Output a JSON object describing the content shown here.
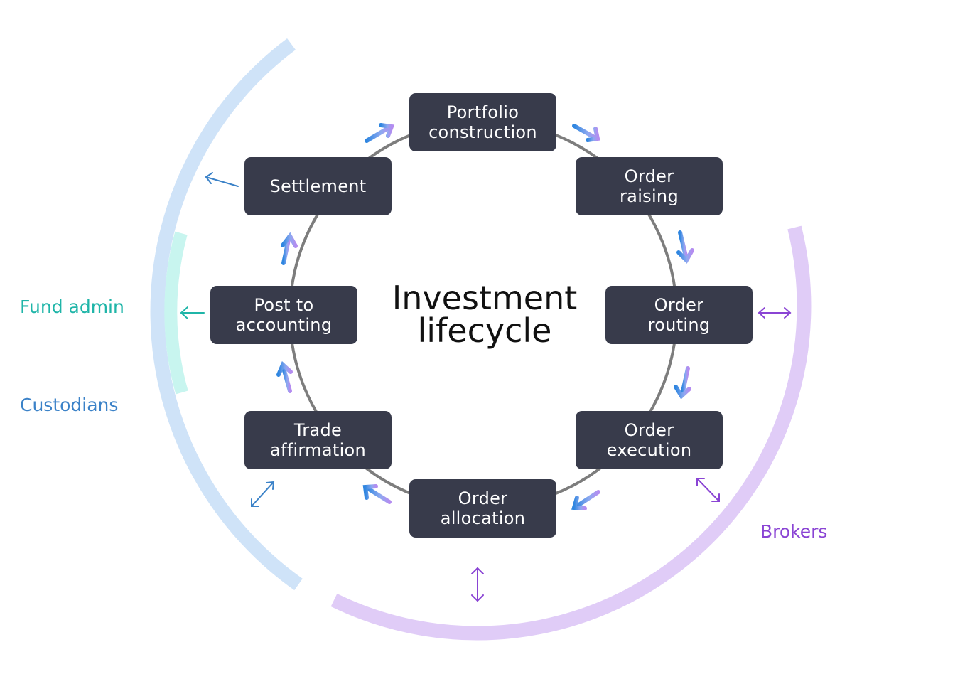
{
  "title": {
    "line1": "Investment",
    "line2": "lifecycle"
  },
  "nodes": [
    {
      "id": "portfolio-construction",
      "line1": "Portfolio",
      "line2": "construction"
    },
    {
      "id": "order-raising",
      "line1": "Order",
      "line2": "raising"
    },
    {
      "id": "order-routing",
      "line1": "Order",
      "line2": "routing"
    },
    {
      "id": "order-execution",
      "line1": "Order",
      "line2": "execution"
    },
    {
      "id": "order-allocation",
      "line1": "Order",
      "line2": "allocation"
    },
    {
      "id": "trade-affirmation",
      "line1": "Trade",
      "line2": "affirmation"
    },
    {
      "id": "post-to-accounting",
      "line1": "Post to",
      "line2": "accounting"
    },
    {
      "id": "settlement",
      "line1": "Settlement",
      "line2": ""
    }
  ],
  "parties": {
    "fund_admin": "Fund admin",
    "custodians": "Custodians",
    "brokers": "Brokers"
  },
  "colors": {
    "node_bg": "#383b4b",
    "cycle_line": "#7d7d7d",
    "fund_admin": "#1fb5a8",
    "custodians": "#3b82c8",
    "brokers": "#8a44d4",
    "custodian_arc": "#cfe3f8",
    "fund_admin_arc": "#c8f5ef",
    "broker_arc": "#e0ccf7"
  }
}
